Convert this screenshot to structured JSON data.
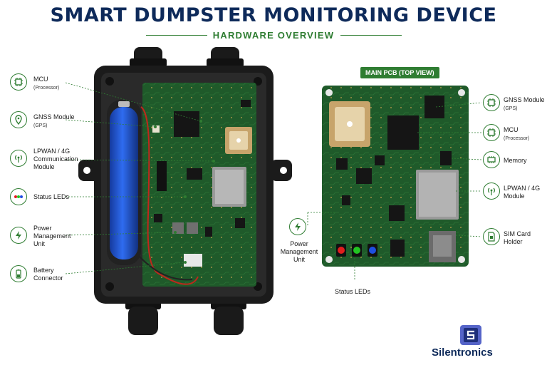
{
  "title": "SMART DUMPSTER MONITORING DEVICE",
  "subtitle": "HARDWARE OVERVIEW",
  "pcb_badge": "MAIN PCB (TOP VIEW)",
  "brand": "Silentronics",
  "left_labels": [
    {
      "title": "MCU",
      "sub": "(Processor)",
      "icon": "chip-icon"
    },
    {
      "title": "GNSS Module",
      "sub": "(GPS)",
      "icon": "location-pin-icon"
    },
    {
      "title": "LPWAN / 4G Communication Module",
      "sub": "",
      "icon": "antenna-icon"
    },
    {
      "title": "Status LEDs",
      "sub": "",
      "icon": "led-dots-icon"
    },
    {
      "title": "Power Management Unit",
      "sub": "",
      "icon": "lightning-icon"
    },
    {
      "title": "Battery Connector",
      "sub": "",
      "icon": "battery-icon"
    }
  ],
  "right_labels": [
    {
      "title": "GNSS Module",
      "sub": "(GPS)",
      "icon": "chip-icon"
    },
    {
      "title": "MCU",
      "sub": "(Processor)",
      "icon": "chip-icon"
    },
    {
      "title": "Memory",
      "sub": "",
      "icon": "memory-chip-icon"
    },
    {
      "title": "LPWAN / 4G Module",
      "sub": "",
      "icon": "antenna-icon"
    },
    {
      "title": "SIM Card Holder",
      "sub": "",
      "icon": "sim-card-icon"
    }
  ],
  "pcb_bottom_labels": {
    "power": "Power Management Unit",
    "leds": "Status LEDs"
  },
  "colors": {
    "title": "#0e2a5a",
    "accent": "#2f7d32",
    "pcb": "#1f5a2a",
    "enclosure": "#1b1b1b",
    "battery": "#1f4fd0"
  }
}
